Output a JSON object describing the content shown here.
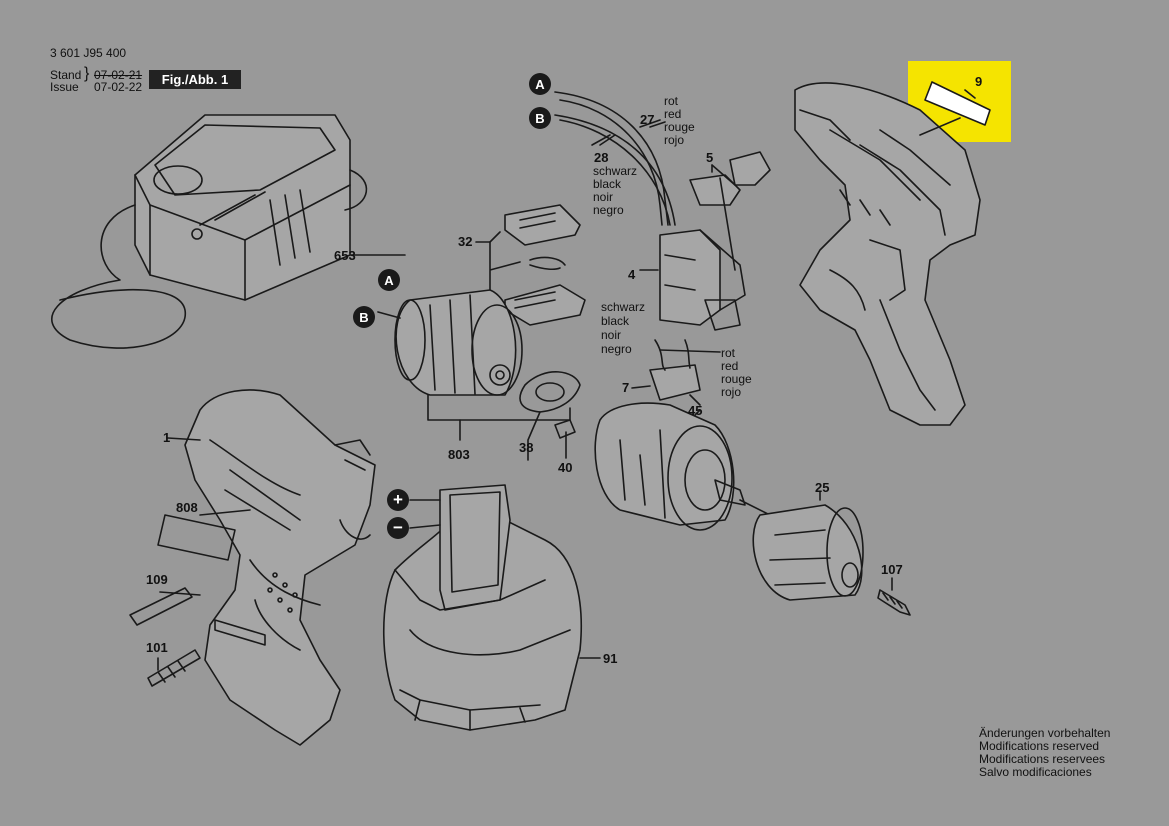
{
  "header": {
    "part_number": "3 601 J95 400",
    "stand_label": "Stand",
    "issue_label": "Issue",
    "stand_date": "07-02-21",
    "issue_date": "07-02-22",
    "figure_label": "Fig./Abb. 1"
  },
  "connectors": {
    "a": "A",
    "b": "B",
    "plus": "+",
    "minus": "−"
  },
  "wire_red": [
    "rot",
    "red",
    "rouge",
    "rojo"
  ],
  "wire_black": [
    "schwarz",
    "black",
    "noir",
    "negro"
  ],
  "part_numbers": {
    "p1": "1",
    "p4": "4",
    "p5": "5",
    "p7": "7",
    "p9": "9",
    "p25": "25",
    "p27": "27",
    "p28": "28",
    "p32": "32",
    "p38": "38",
    "p40": "40",
    "p45": "45",
    "p91": "91",
    "p101": "101",
    "p107": "107",
    "p109": "109",
    "p653": "653",
    "p803": "803",
    "p808": "808"
  },
  "highlight_color": "#f5e400",
  "footer_notes": [
    "Änderungen vorbehalten",
    "Modifications reserved",
    "Modifications reservees",
    "Salvo modificaciones"
  ]
}
